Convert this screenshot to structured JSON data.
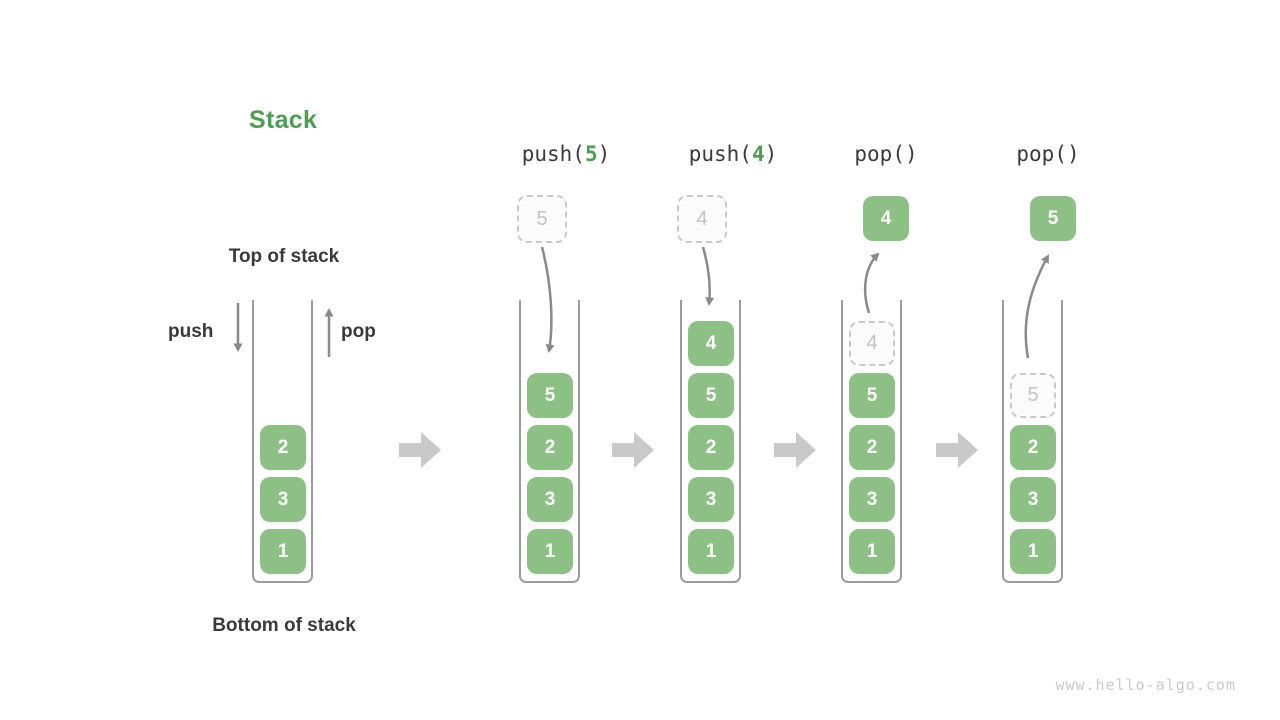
{
  "title": "Stack",
  "labels": {
    "top_of_stack": "Top of stack",
    "bottom_of_stack": "Bottom of stack",
    "push_arrow": "push",
    "pop_arrow": "pop"
  },
  "operations": [
    {
      "text": "push(",
      "arg": "5",
      "suffix": ")"
    },
    {
      "text": "push(",
      "arg": "4",
      "suffix": ")"
    },
    {
      "text": "pop()",
      "arg": "",
      "suffix": ""
    },
    {
      "text": "pop()",
      "arg": "",
      "suffix": ""
    }
  ],
  "columns": [
    {
      "cells": [
        "2",
        "3",
        "1"
      ]
    },
    {
      "incoming": "5",
      "cells": [
        "5",
        "2",
        "3",
        "1"
      ]
    },
    {
      "incoming": "4",
      "cells": [
        "4",
        "5",
        "2",
        "3",
        "1"
      ]
    },
    {
      "popped": "4",
      "ghost": "4",
      "cells": [
        "5",
        "2",
        "3",
        "1"
      ]
    },
    {
      "popped": "5",
      "ghost": "5",
      "cells": [
        "2",
        "3",
        "1"
      ]
    }
  ],
  "watermark": "www.hello-algo.com",
  "colors": {
    "accent_green": "#4d9e53",
    "box_green": "#8cc084",
    "box_text": "#ffffff",
    "dark_text": "#3a3a3a",
    "container_border": "#9b9b9b",
    "arrow_gray": "#8a8a8a",
    "block_arrow_gray": "#c9c9c9",
    "ghost_border": "#c9c9c9",
    "ghost_text": "#c2c2c2",
    "watermark_gray": "#c9c9c9"
  }
}
